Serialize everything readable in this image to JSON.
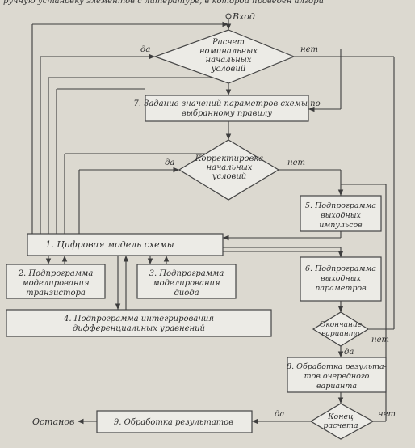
{
  "top_text": "ручную установку элементов с литературе, в которой проведен алгори",
  "entry_label": "Вход",
  "stop_label": "Останов",
  "yes": "да",
  "no": "нет",
  "nodes": {
    "d_calc": [
      "Расчет",
      "номинальных",
      "начальных",
      "условий"
    ],
    "b7": [
      "7. Задание значений параметров схемы по",
      "выбранному правилу"
    ],
    "d_corr": [
      "Корректировка",
      "начальных",
      "условий"
    ],
    "b5": [
      "5. Подпрограмма",
      "выходных",
      "импульсов"
    ],
    "b1": [
      "1. Цифровая модель схемы"
    ],
    "b2": [
      "2. Подпрограмма",
      "моделирования",
      "транзистора"
    ],
    "b3": [
      "3. Подпрограмма",
      "моделирования",
      "диода"
    ],
    "b6": [
      "6. Подпрограмма",
      "выходных",
      "параметров"
    ],
    "b4": [
      "4. Подпрограмма интегрирования",
      "дифференциальных уравнений"
    ],
    "d_end_var": [
      "Окончание",
      "варианта"
    ],
    "b8": [
      "8. Обработка результа-",
      "тов очередного",
      "варианта"
    ],
    "b9": [
      "9. Обработка результатов"
    ],
    "d_end_calc": [
      "Конец",
      "расчета"
    ]
  }
}
